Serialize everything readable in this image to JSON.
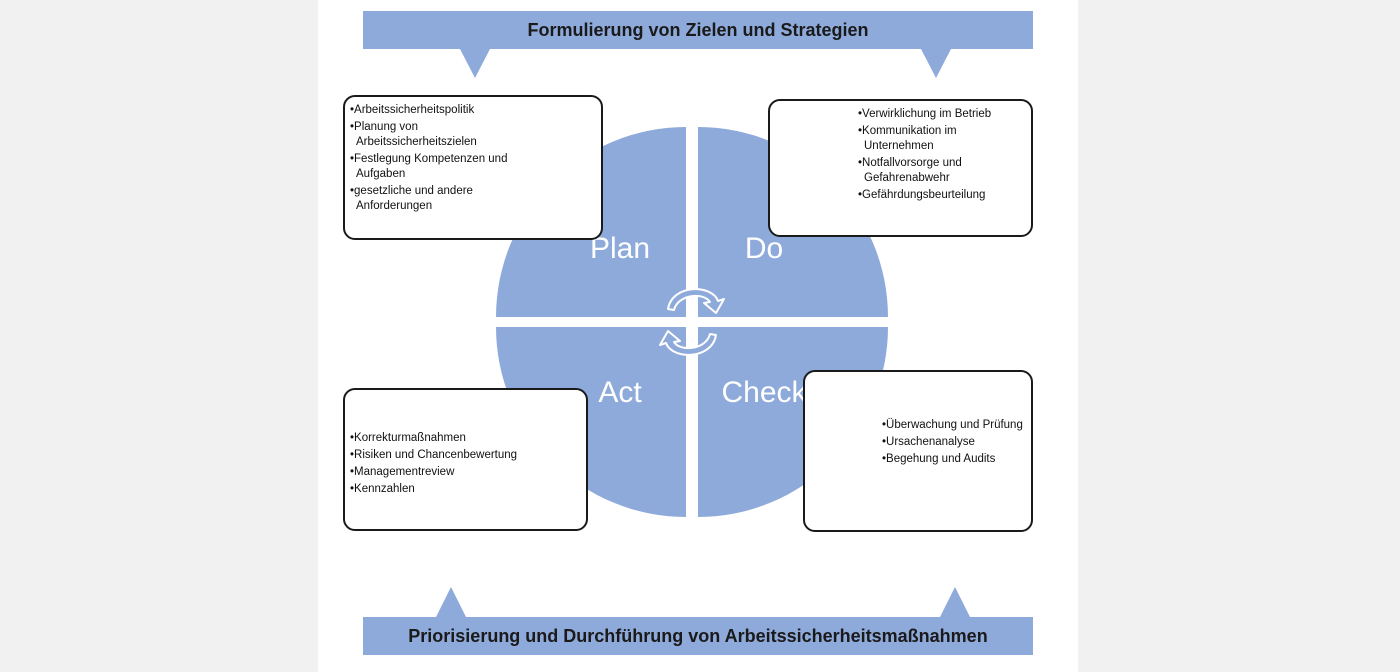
{
  "banners": {
    "top": "Formulierung von Zielen und Strategien",
    "bottom": "Priorisierung und Durchführung von Arbeitssicherheitsmaßnahmen"
  },
  "quadrants": {
    "plan": "Plan",
    "do": "Do",
    "act": "Act",
    "check": "Check"
  },
  "boxes": {
    "plan": [
      "Arbeitssicherheitspolitik",
      "Planung von Arbeitssicherheitszielen",
      "Festlegung Kompetenzen und Aufgaben",
      "gesetzliche und andere Anforderungen"
    ],
    "do": [
      "Verwirklichung im Betrieb",
      "Kommunikation im Unternehmen",
      "Notfallvorsorge und Gefahrenabwehr",
      "Gefährdungsbeurteilung"
    ],
    "act": [
      "Korrekturmaßnahmen",
      "Risiken und Chancenbewertung",
      "Managementreview",
      "Kennzahlen"
    ],
    "check": [
      "Überwachung und Prüfung",
      "Ursachenanalyse",
      "Begehung und Audits"
    ]
  },
  "colors": {
    "accent": "#8eaadb",
    "circle": "#8eaadb",
    "border": "#1a1a1a"
  },
  "icons": {
    "cycle": "circular-arrows-icon"
  }
}
